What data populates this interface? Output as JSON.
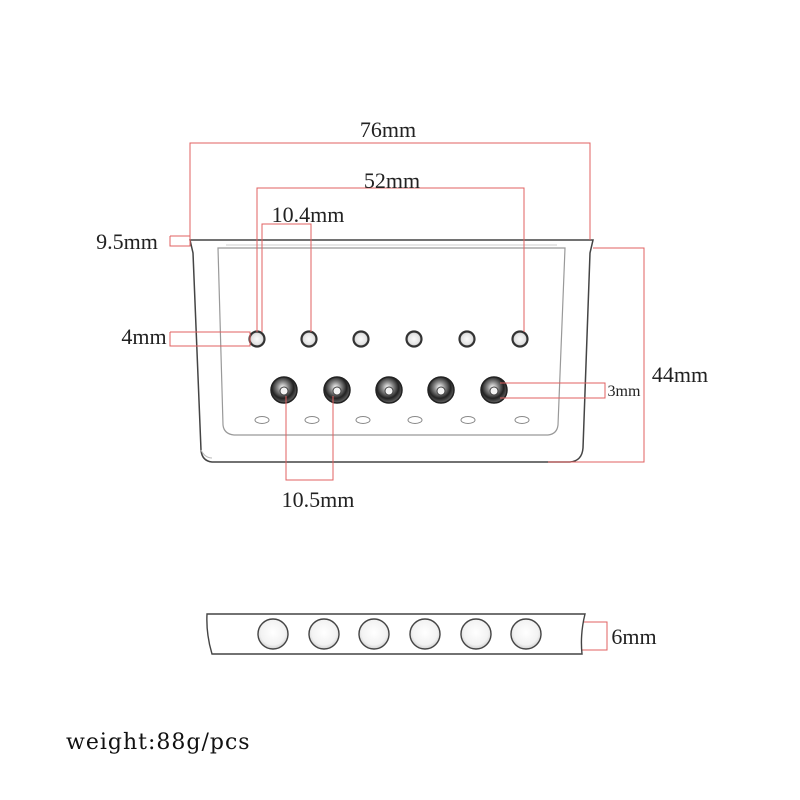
{
  "dimensions": {
    "overall_width": "76mm",
    "hole_span": "52mm",
    "hole_pitch": "10.4mm",
    "plate_thickness": "9.5mm",
    "top_hole": "4mm",
    "height": "44mm",
    "bottom_hole": "3mm",
    "screw_pitch": "10.5mm",
    "bar_hole": "6mm"
  },
  "weight": "weight:88g/pcs",
  "colors": {
    "dimension_line": "#e06060",
    "outline": "#444444"
  }
}
